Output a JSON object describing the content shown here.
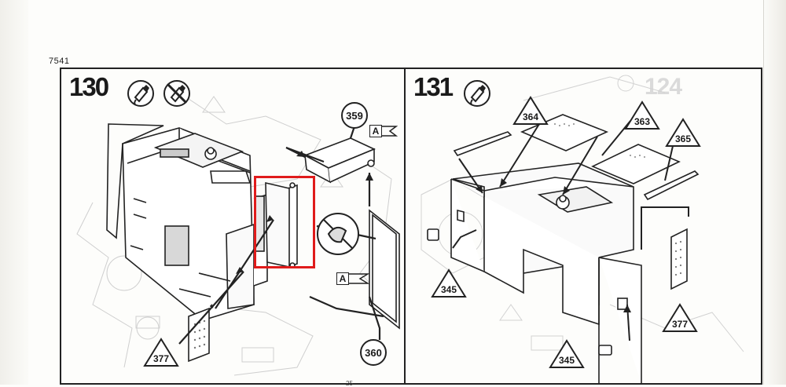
{
  "page": {
    "code": "7541",
    "footer_number": "25"
  },
  "steps": [
    {
      "number": "130",
      "icons": [
        "glue-tube-icon",
        "no-glue-icon"
      ],
      "parts": [
        "359",
        "360",
        "377"
      ],
      "flags": [
        "A",
        "A"
      ]
    },
    {
      "number": "131",
      "background_step": "124",
      "icons": [
        "glue-tube-icon"
      ],
      "parts": [
        "364",
        "363",
        "365",
        "345",
        "345",
        "377"
      ]
    }
  ],
  "highlight": {
    "color": "#e01b1b"
  }
}
